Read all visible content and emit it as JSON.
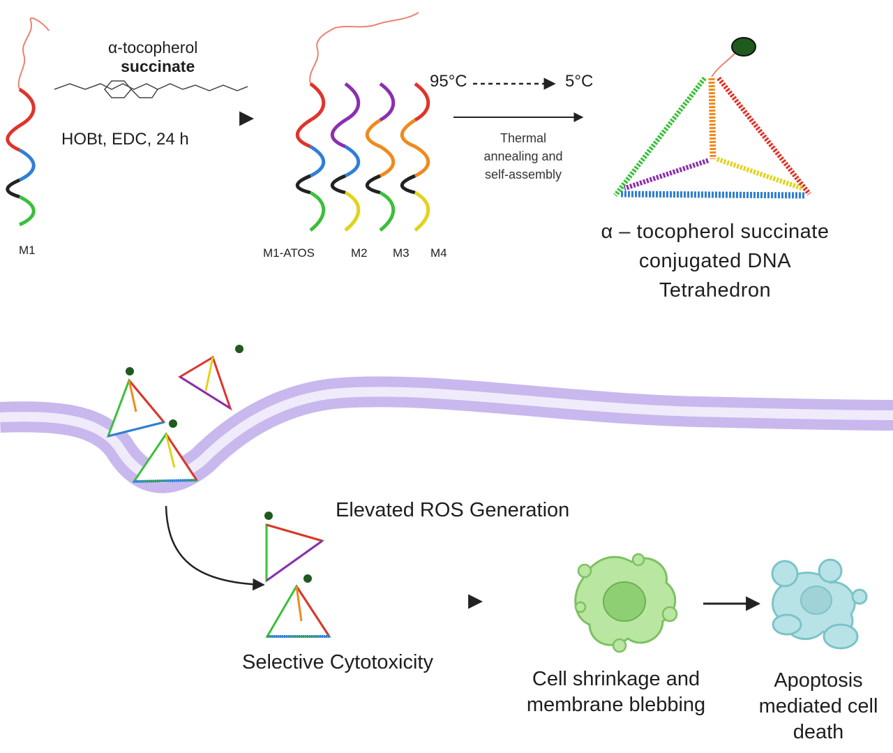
{
  "reaction": {
    "reagent_line1": "α-tocopherol",
    "reagent_line2": "succinate",
    "conditions": "HOBt, EDC, 24 h"
  },
  "strands": {
    "m1": "M1",
    "m1_atos": "M1-ATOS",
    "m2": "M2",
    "m3": "M3",
    "m4": "M4"
  },
  "annealing": {
    "temp_start": "95°C",
    "temp_end": "5°C",
    "line1": "Thermal",
    "line2": "annealing and",
    "line3": "self-assembly"
  },
  "product": {
    "line1": "α – tocopherol succinate",
    "line2": "conjugated DNA",
    "line3": "Tetrahedron"
  },
  "cellular": {
    "ros": "Elevated ROS Generation",
    "cytotoxicity": "Selective Cytotoxicity",
    "shrinkage_line1": "Cell shrinkage and",
    "shrinkage_line2": "membrane blebbing",
    "apoptosis_line1": "Apoptosis",
    "apoptosis_line2": "mediated cell",
    "apoptosis_line3": "death"
  },
  "colors": {
    "red": "#e0342a",
    "blue": "#2f7fd6",
    "green": "#3bbf3b",
    "purple": "#8b2fb0",
    "orange": "#f08a1c",
    "yellow": "#e3d21a",
    "membrane": "#c9b8ee",
    "membrane_inner": "#f0ebfb",
    "ligand": "#1f5a1f",
    "cell_green": "#b9e6a0",
    "cell_teal": "#b8e3e6"
  }
}
